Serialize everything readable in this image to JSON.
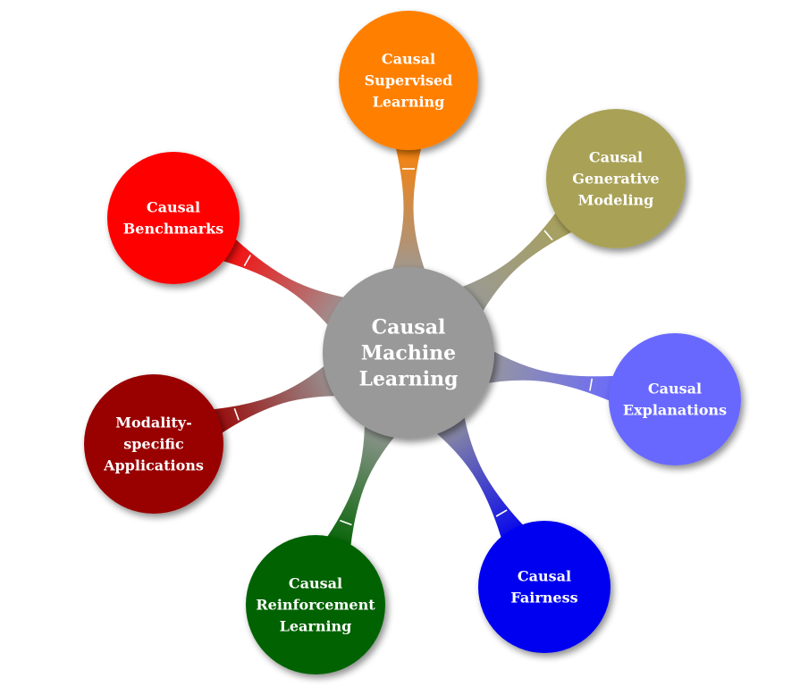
{
  "center": {
    "lines": [
      "Causal",
      "Machine",
      "Learning"
    ],
    "color": "#999999"
  },
  "branches": [
    {
      "id": "supervised",
      "lines": [
        "Causal",
        "Supervised",
        "Learning"
      ],
      "color": "#FF8000"
    },
    {
      "id": "generative",
      "lines": [
        "Causal",
        "Generative",
        "Modeling"
      ],
      "color": "#A9A157"
    },
    {
      "id": "explanations",
      "lines": [
        "Causal",
        "Explanations"
      ],
      "color": "#6868FF"
    },
    {
      "id": "fairness",
      "lines": [
        "Causal",
        "Fairness"
      ],
      "color": "#0000F0"
    },
    {
      "id": "reinforcement",
      "lines": [
        "Causal",
        "Reinforcement",
        "Learning"
      ],
      "color": "#006200"
    },
    {
      "id": "modality",
      "lines": [
        "Modality-",
        "specific",
        "Applications"
      ],
      "color": "#990000"
    },
    {
      "id": "benchmarks",
      "lines": [
        "Causal",
        "Benchmarks"
      ],
      "color": "#FF0000"
    }
  ]
}
